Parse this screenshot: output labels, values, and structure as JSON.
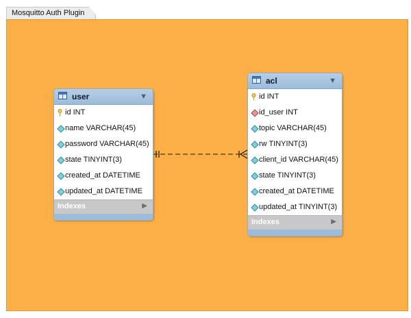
{
  "diagram": {
    "tab_label": "Mosquitto Auth Plugin",
    "colors": {
      "canvas": "#fbaf46",
      "table_header": "#9dbbd9",
      "primary_key_icon": "#f0c94e",
      "column_icon": "#7dd1de",
      "foreign_key_icon": "#e39a9a"
    },
    "tables": [
      {
        "name": "user",
        "columns": [
          {
            "text": "id INT",
            "icon": "primary-key-icon"
          },
          {
            "text": "name VARCHAR(45)",
            "icon": "column-icon"
          },
          {
            "text": "password VARCHAR(45)",
            "icon": "column-icon"
          },
          {
            "text": "state TINYINT(3)",
            "icon": "column-icon"
          },
          {
            "text": "created_at DATETIME",
            "icon": "column-icon"
          },
          {
            "text": "updated_at DATETIME",
            "icon": "column-icon"
          }
        ],
        "indexes_label": "Indexes"
      },
      {
        "name": "acl",
        "columns": [
          {
            "text": "id INT",
            "icon": "primary-key-icon"
          },
          {
            "text": "id_user INT",
            "icon": "foreign-key-icon"
          },
          {
            "text": "topic VARCHAR(45)",
            "icon": "column-icon"
          },
          {
            "text": "rw TINYINT(3)",
            "icon": "column-icon"
          },
          {
            "text": "client_id VARCHAR(45)",
            "icon": "column-icon"
          },
          {
            "text": "state TINYINT(3)",
            "icon": "column-icon"
          },
          {
            "text": "created_at DATETIME",
            "icon": "column-icon"
          },
          {
            "text": "updated_at TINYINT(3)",
            "icon": "column-icon"
          }
        ],
        "indexes_label": "Indexes"
      }
    ],
    "relationship": {
      "from": "user",
      "to": "acl",
      "cardinality": "one-to-many",
      "line_style": "dashed"
    }
  }
}
